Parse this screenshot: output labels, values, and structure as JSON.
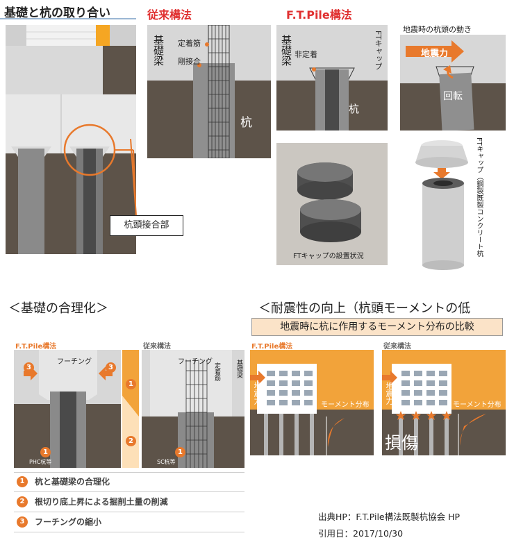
{
  "titles": {
    "joint": "基礎と杭の取り合い",
    "conventional": "従来構法",
    "ftpile": "F.T.Pile構法",
    "rationalization": "＜基礎の合理化＞",
    "seismic": "＜耐震性の向上（杭頭モーメントの低",
    "moment_compare": "地震時に杭に作用するモーメント分布の比較"
  },
  "labels": {
    "pile_head_joint": "杭頭接合部",
    "foundation_beam": "基礎梁",
    "anchor_rebar": "定着筋",
    "rigid_joint": "剛接合",
    "pile": "杭",
    "non_anchor": "非定着",
    "ft_cap": "FTキャップ",
    "seismic_motion": "地震時の杭頭の動き",
    "seismic_force": "地震力",
    "rotation": "回転",
    "cap_caption": "FTキャップの設置状況",
    "ft_cap_steel": "FTキャップ（鋼製）",
    "precast_pile": "既製コンクリート杭",
    "ftpile_small": "F.T.Pile構法",
    "conventional_small": "従来構法",
    "footing": "フーチング",
    "phc_pile": "PHC杭等",
    "sc_pile": "SC杭等",
    "foundation_beam_small": "基礎梁",
    "seismic_force_v": "地震力",
    "moment_dist": "モーメント分布",
    "damage": "損傷"
  },
  "legend": [
    {
      "num": "1",
      "text": "杭と基礎梁の合理化"
    },
    {
      "num": "2",
      "text": "根切り底上昇による掘削土量の削減"
    },
    {
      "num": "3",
      "text": "フーチングの縮小"
    }
  ],
  "numbers": {
    "one": "1",
    "two": "2",
    "three": "3"
  },
  "credit": {
    "source": "出典HP：F.T.Pile構法既製杭協会 HP",
    "date": "引用日：2017/10/30"
  },
  "colors": {
    "orange": "#e8792c",
    "ground": "#5a4f45",
    "concrete": "#e6e6e6",
    "pile": "#8c8c8c"
  }
}
